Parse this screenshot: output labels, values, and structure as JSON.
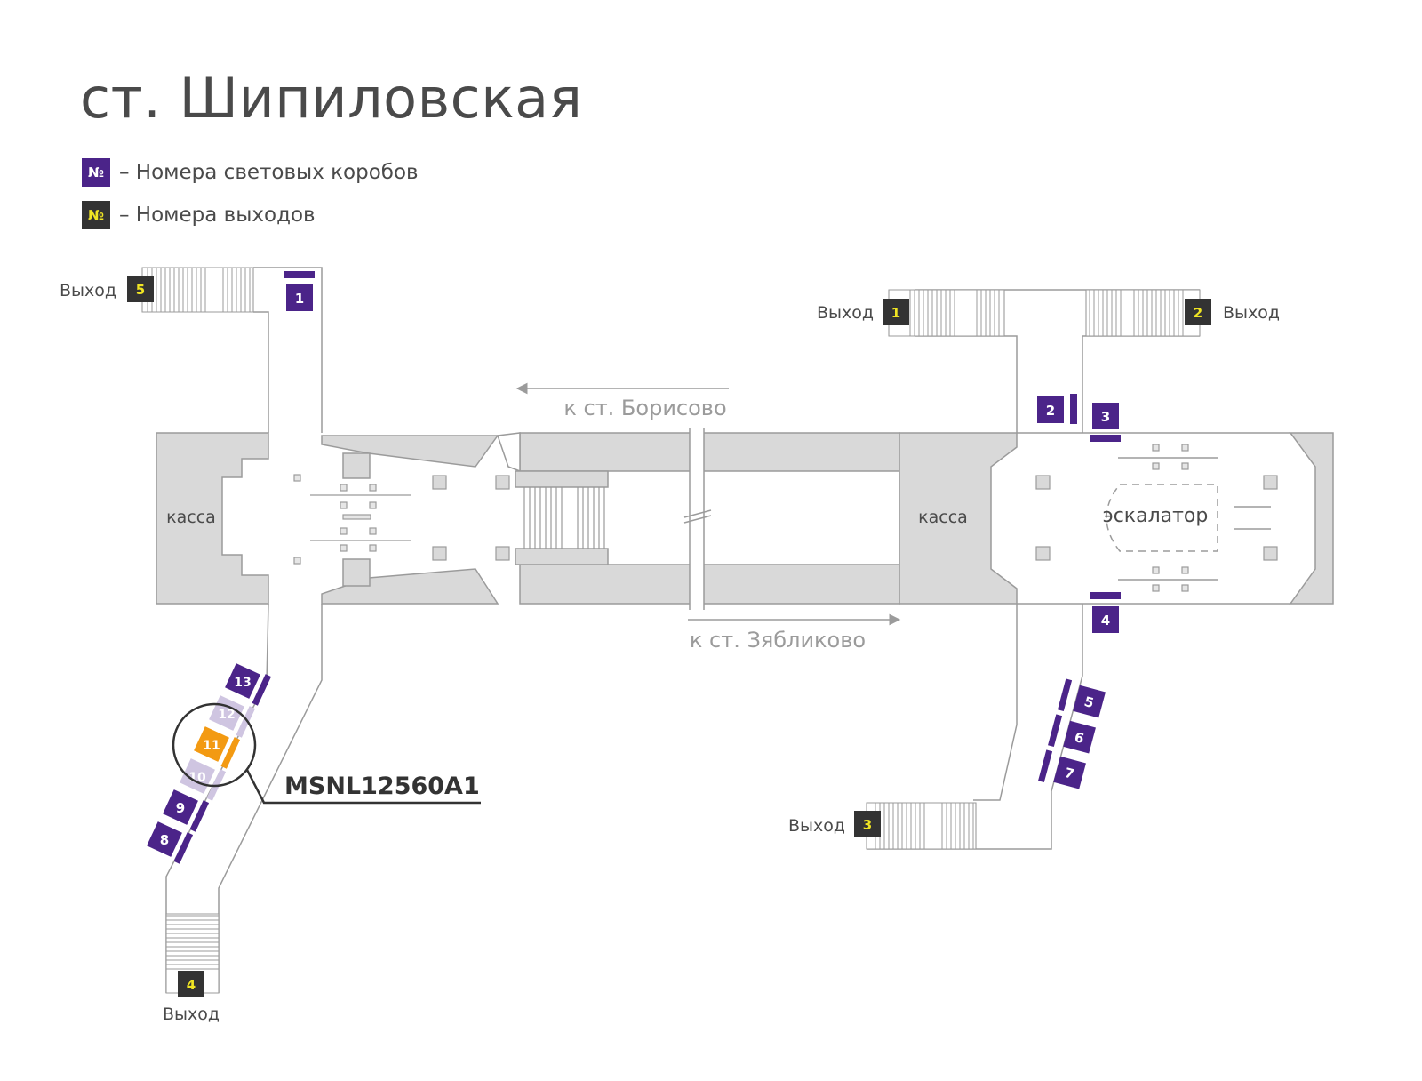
{
  "title": "ст. Шипиловская",
  "legend": [
    {
      "symbol": "№",
      "text": "– Номера световых коробов",
      "color": "#4b2489",
      "symbol_color": "#ffffff"
    },
    {
      "symbol": "№",
      "text": "– Номера выходов",
      "color": "#333333",
      "symbol_color": "#f0e523"
    }
  ],
  "colors": {
    "lightbox": "#4b2489",
    "lightbox_faded": "#cfc5e1",
    "highlight": "#f39a12",
    "exit_badge": "#333333",
    "exit_number": "#f0e523",
    "hall_fill": "#d9d9d9",
    "outline": "#9b9b9b"
  },
  "labels": {
    "kassa_left": "касса",
    "kassa_right": "касса",
    "escalator": "эскалатор",
    "direction_top": "к ст. Борисово",
    "direction_bottom": "к ст. Зябликово",
    "highlight_code": "MSNL12560A1"
  },
  "exits": [
    {
      "number": "5",
      "label": "Выход"
    },
    {
      "number": "1",
      "label": "Выход"
    },
    {
      "number": "2",
      "label": "Выход"
    },
    {
      "number": "3",
      "label": "Выход"
    },
    {
      "number": "4",
      "label": "Выход"
    }
  ],
  "lightboxes": [
    {
      "number": "1",
      "state": "normal"
    },
    {
      "number": "2",
      "state": "normal"
    },
    {
      "number": "3",
      "state": "normal"
    },
    {
      "number": "4",
      "state": "normal"
    },
    {
      "number": "5",
      "state": "normal"
    },
    {
      "number": "6",
      "state": "normal"
    },
    {
      "number": "7",
      "state": "normal"
    },
    {
      "number": "8",
      "state": "normal"
    },
    {
      "number": "9",
      "state": "normal"
    },
    {
      "number": "10",
      "state": "faded"
    },
    {
      "number": "11",
      "state": "highlighted"
    },
    {
      "number": "12",
      "state": "faded"
    },
    {
      "number": "13",
      "state": "normal"
    }
  ]
}
